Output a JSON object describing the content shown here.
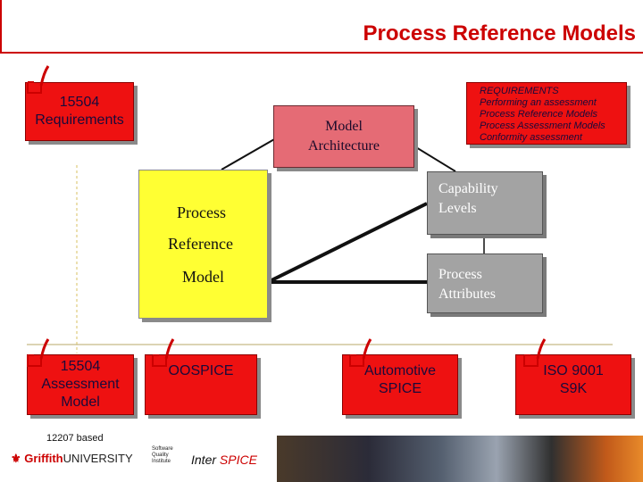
{
  "title": "Process Reference Models",
  "requirements_15504": {
    "line1": "15504",
    "line2": "Requirements"
  },
  "model_architecture": {
    "line1": "Model",
    "line2": "Architecture"
  },
  "requirements_list": {
    "heading": "REQUIREMENTS",
    "items": [
      "Performing an assessment",
      "Process Reference Models",
      "Process Assessment Models",
      "Conformity assessment"
    ]
  },
  "process_reference_model": {
    "line1": "Process",
    "line2": "Reference",
    "line3": "Model"
  },
  "capability_levels": {
    "line1": "Capability",
    "line2": "Levels"
  },
  "process_attributes": {
    "line1": "Process",
    "line2": "Attributes"
  },
  "bottom_models": [
    {
      "line1": "15504",
      "line2": "Assessment",
      "line3": "Model"
    },
    {
      "line1": "OOSPICE"
    },
    {
      "line1": "Automotive",
      "line2": "SPICE"
    },
    {
      "line1": "ISO 9001",
      "line2": "S9K"
    }
  ],
  "note_12207": "12207 based",
  "footer": {
    "griffith_brand": "Griffith",
    "griffith_university": "UNIVERSITY",
    "sqi_lines": [
      "Software",
      "Quality",
      "Institute"
    ],
    "inter_prefix": "Inter",
    "inter_spice": "SPICE"
  },
  "colors": {
    "title": "#cc0000",
    "red_box": "#ee1111",
    "pink_box": "#e56b75",
    "grey_box": "#a3a3a3",
    "yellow_box": "#ffff33"
  }
}
